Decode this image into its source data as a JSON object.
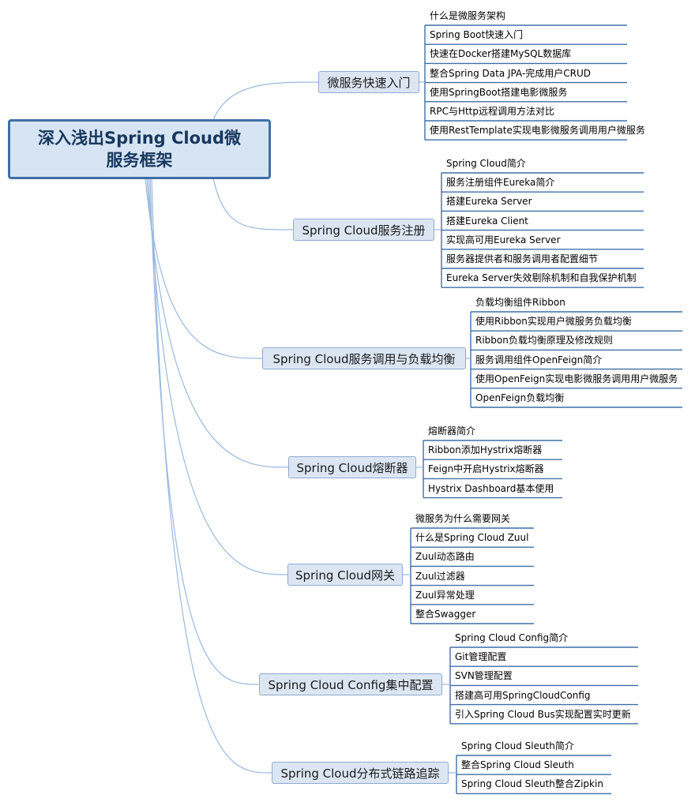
{
  "root": {
    "title": "深入浅出Spring Cloud微服务框架"
  },
  "branches": [
    {
      "label": "微服务快速入门",
      "items": [
        "什么是微服务架构",
        "Spring Boot快速入门",
        "快速在Docker搭建MySQL数据库",
        "整合Spring Data JPA-完成用户CRUD",
        "使用SpringBoot搭建电影微服务",
        "RPC与Http远程调用方法对比",
        "使用RestTemplate实现电影微服务调用用户微服务"
      ]
    },
    {
      "label": "Spring Cloud服务注册",
      "items": [
        "Spring Cloud简介",
        "服务注册组件Eureka简介",
        "搭建Eureka Server",
        "搭建Eureka Client",
        "实现高可用Eureka Server",
        "服务器提供者和服务调用者配置细节",
        "Eureka Server失效剔除机制和自我保护机制"
      ]
    },
    {
      "label": "Spring Cloud服务调用与负载均衡",
      "items": [
        "负载均衡组件Ribbon",
        "使用Ribbon实现用户微服务负载均衡",
        "Ribbon负载均衡原理及修改规则",
        "服务调用组件OpenFeign简介",
        "使用OpenFeign实现电影微服务调用用户微服务",
        "OpenFeign负载均衡"
      ]
    },
    {
      "label": "Spring Cloud熔断器",
      "items": [
        "熔断器简介",
        "Ribbon添加Hystrix熔断器",
        "Feign中开启Hystrix熔断器",
        "Hystrix Dashboard基本使用"
      ]
    },
    {
      "label": "Spring Cloud网关",
      "items": [
        "微服务为什么需要网关",
        "什么是Spring Cloud Zuul",
        "Zuul动态路由",
        "Zuul过滤器",
        "Zuul异常处理",
        "整合Swagger"
      ]
    },
    {
      "label": "Spring Cloud Config集中配置",
      "items": [
        "Spring Cloud Config简介",
        "Git管理配置",
        "SVN管理配置",
        "搭建高可用SpringCloudConfig",
        "引入Spring Cloud Bus实现配置实时更新"
      ]
    },
    {
      "label": "Spring Cloud分布式链路追踪",
      "items": [
        "Spring Cloud Sleuth简介",
        "整合Spring Cloud Sleuth",
        "Spring Cloud Sleuth整合Zipkin"
      ]
    }
  ]
}
